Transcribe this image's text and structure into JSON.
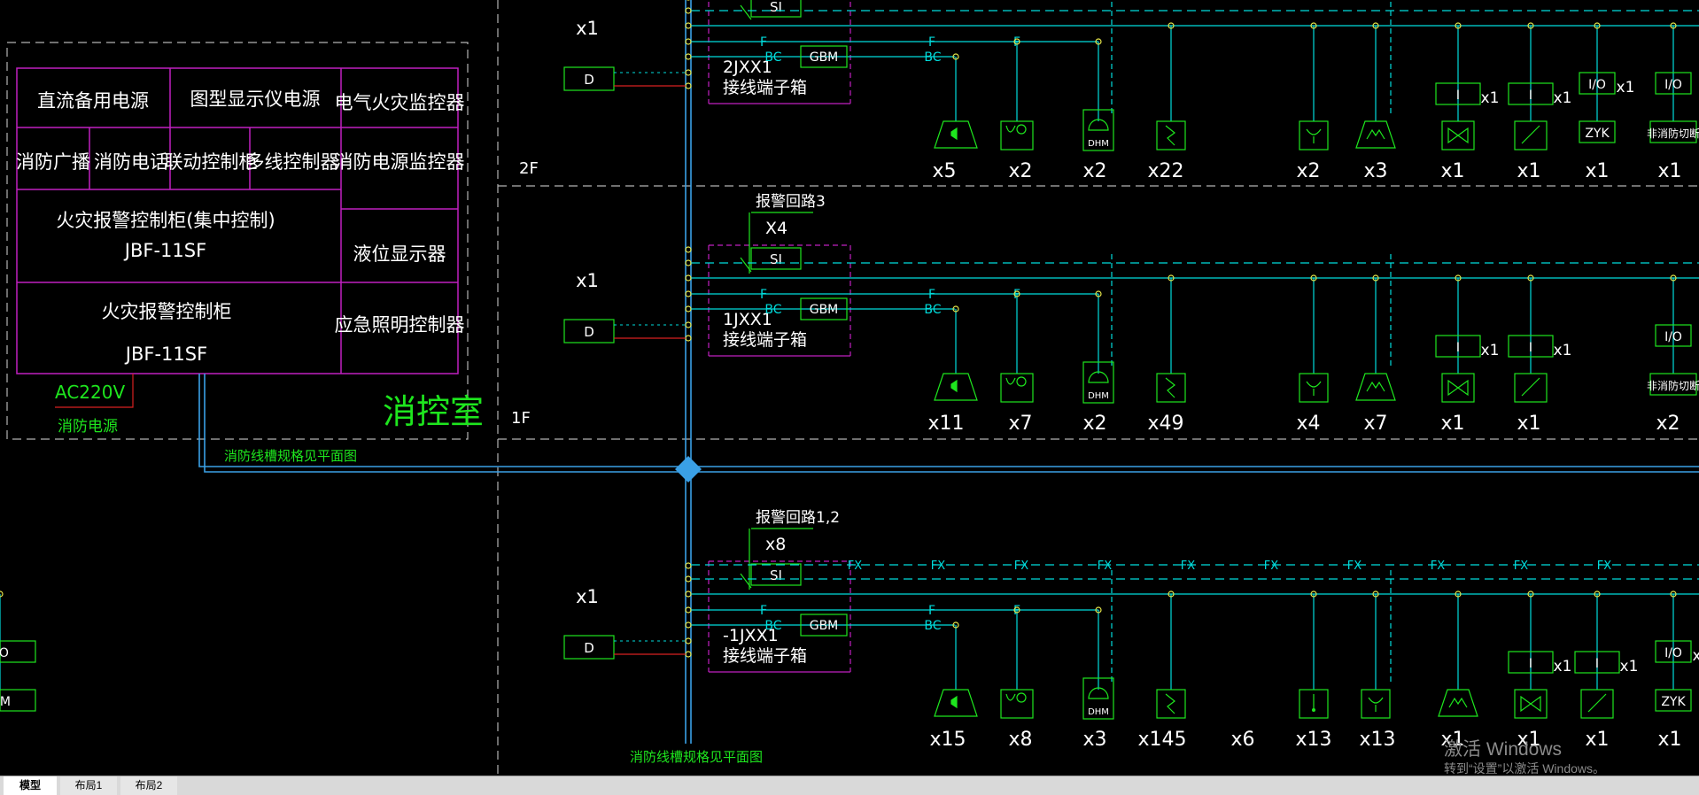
{
  "colors": {
    "background": "#000000",
    "cyan": "#00dcdc",
    "blue": "#3aa0e6",
    "green": "#1ee61e",
    "magenta": "#c020c0",
    "red": "#d82020",
    "white": "#ffffff",
    "grey_dash": "#b4b4b4",
    "node": "#e6e64a"
  },
  "room": {
    "cells": {
      "dc_backup_power": "直流备用电源",
      "graphic_display_power": "图型显示仪电源",
      "electrical_fire_monitor": "电气火灾监控器",
      "fire_broadcast": "消防广播",
      "fire_phone": "消防电话",
      "linkage_control_cabinet": "联动控制柜",
      "multiline_controller": "多线控制器",
      "fire_power_monitor": "消防电源监控器",
      "central_cabinet_line1": "火灾报警控制柜(集中控制)",
      "central_cabinet_line2": "JBF-11SF",
      "level_display": "液位显示器",
      "alarm_cabinet_line1": "火灾报警控制柜",
      "alarm_cabinet_line2": "JBF-11SF",
      "emergency_lighting_controller": "应急照明控制器"
    },
    "ac_label": "AC220V",
    "ac_sub_label": "消防电源",
    "room_name": "消控室"
  },
  "floor_labels": {
    "f2": "2F",
    "f1": "1F"
  },
  "riser_notes": {
    "left": "消防线槽规格见平面图",
    "bottom": "消防线槽规格见平面图"
  },
  "floors": [
    {
      "id": "f2",
      "junction_box": {
        "line1": "2JXX1",
        "line2": "接线端子箱"
      },
      "loop_label": "",
      "si_count": "",
      "d_count": "x1",
      "counts": [
        "x5",
        "x2",
        "x2",
        "x22",
        "x2",
        "x3",
        "x1",
        "x1",
        "x1",
        "x1"
      ]
    },
    {
      "id": "f1",
      "junction_box": {
        "line1": "1JXX1",
        "line2": "接线端子箱"
      },
      "loop_label": "报警回路3",
      "si_count": "X4",
      "d_count": "x1",
      "counts": [
        "x11",
        "x7",
        "x2",
        "x49",
        "x4",
        "x7",
        "x1",
        "x1",
        "x2"
      ]
    },
    {
      "id": "b1",
      "junction_box": {
        "line1": "-1JXX1",
        "line2": "接线端子箱"
      },
      "loop_label": "报警回路1,2",
      "si_count": "x8",
      "d_count": "x1",
      "counts": [
        "x15",
        "x8",
        "x3",
        "x145",
        "x6",
        "x13",
        "x13",
        "x1",
        "x1",
        "x1",
        "x1"
      ]
    }
  ],
  "wire_labels": {
    "f": "F",
    "bc": "BC",
    "fx": "FX"
  },
  "devices": {
    "si": "SI",
    "d": "D",
    "gbm": "GBM",
    "dhm": "DHM",
    "io": "I/O",
    "zyk": "ZYK",
    "jlm": "JLM",
    "non_fire_cutoff": "非消防切断",
    "module_i": "I",
    "module_mult": "x1"
  },
  "tabs": [
    {
      "label": "模型",
      "active": true
    },
    {
      "label": "布局1",
      "active": false
    },
    {
      "label": "布局2",
      "active": false
    }
  ],
  "watermark": {
    "line1": "激活 Windows",
    "line2": "转到“设置”以激活 Windows。"
  }
}
